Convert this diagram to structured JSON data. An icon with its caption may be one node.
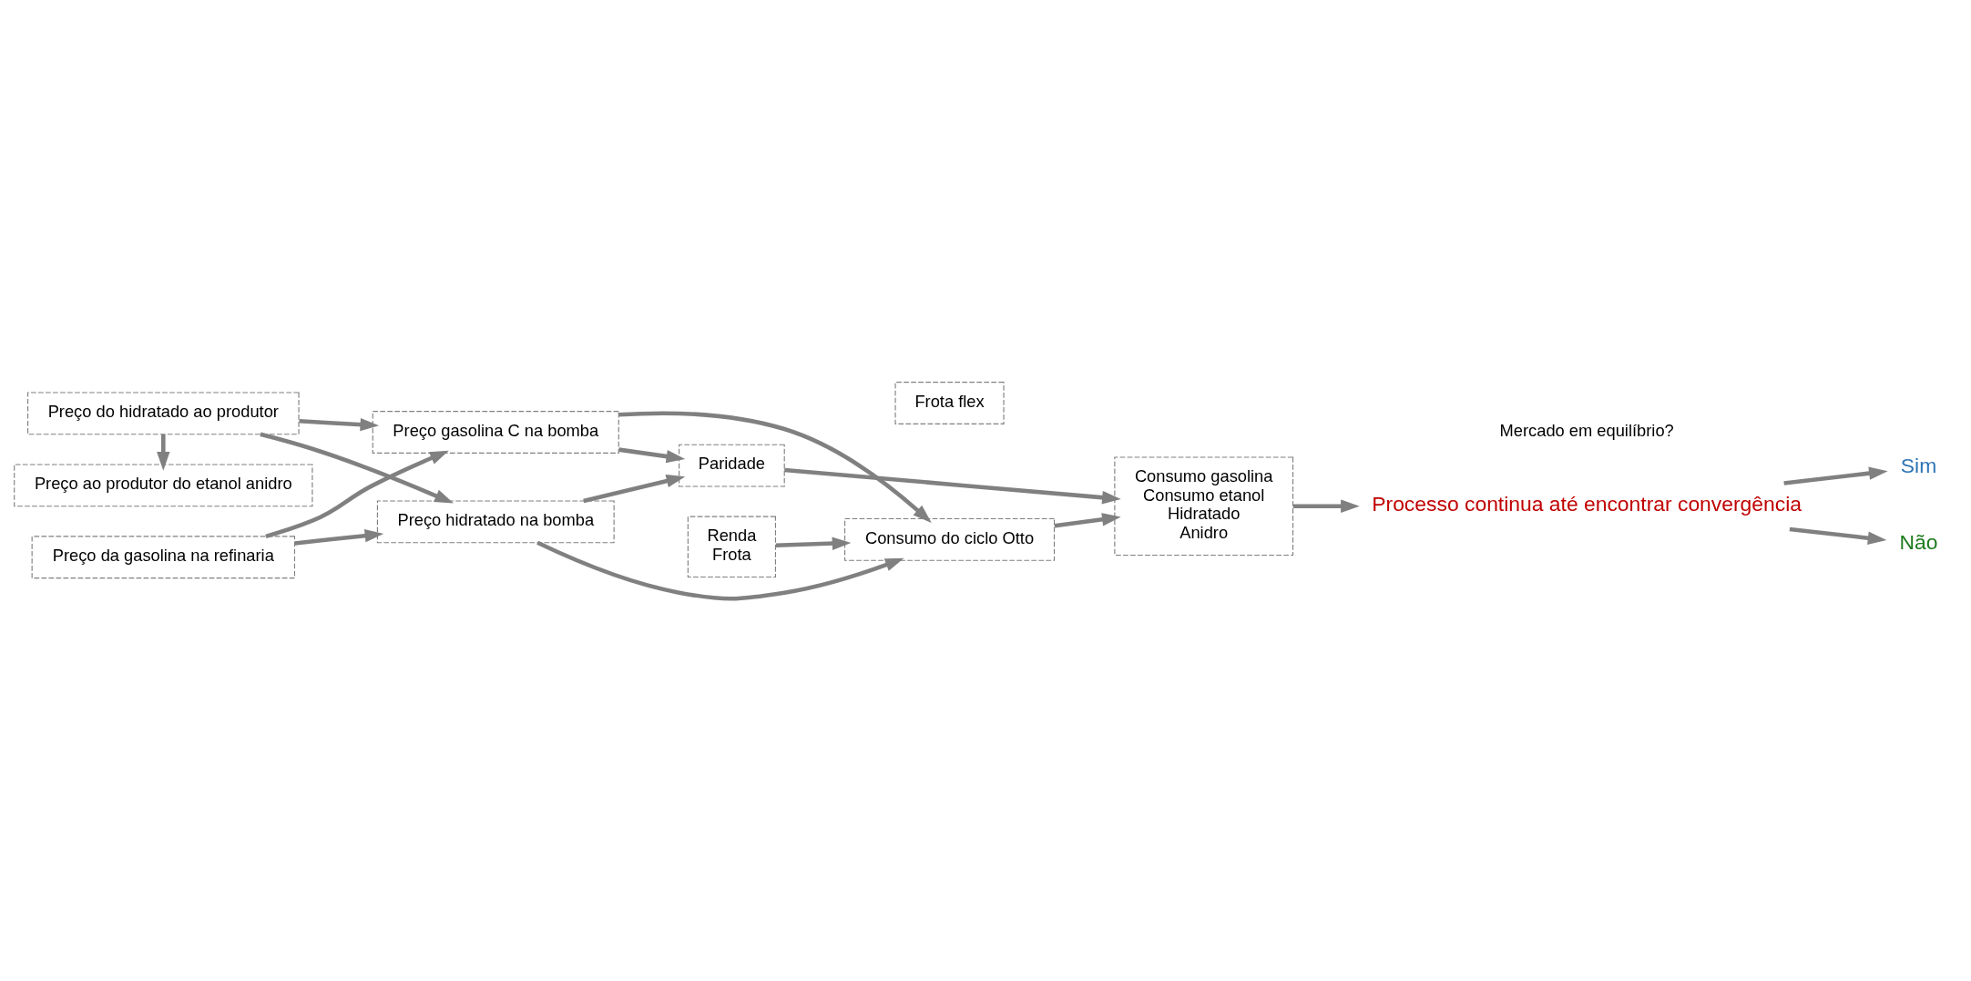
{
  "diagram": {
    "nodes": [
      {
        "text": [
          "Preço ao produtor do etanol anidro"
        ]
      },
      {
        "text": [
          "Preço da gasolina na refinaria"
        ]
      },
      {
        "text": [
          "Renda",
          "Frota"
        ]
      },
      {
        "text": [
          "Consumo do ciclo Otto"
        ]
      },
      {
        "text": [
          "Preço gasolina C na bomba"
        ]
      },
      {
        "text": [
          "Paridade"
        ]
      },
      {
        "text": [
          "Frota flex"
        ]
      },
      {
        "text": [
          "Preço hidratado na bomba"
        ]
      },
      {
        "text": [
          "Consumo gasolina",
          "Consumo etanol",
          "Hidratado",
          "Anidro"
        ]
      },
      {
        "text": [
          "Preço do hidratado ao produtor"
        ]
      },
      {
        "text": [
          "Sim"
        ]
      },
      {
        "text": [
          "Processo continua até encontrar convergência"
        ]
      },
      {
        "text": [
          "Não"
        ]
      }
    ],
    "edges": [
      {
        "from": 9,
        "to": 0,
        "arrow": "to"
      },
      {
        "from": 1,
        "to": 4,
        "arrow": "to"
      },
      {
        "from": 1,
        "to": 7,
        "arrow": "to"
      },
      {
        "from": 9,
        "to": 4,
        "arrow": "to"
      },
      {
        "from": 9,
        "to": 7,
        "arrow": "to"
      },
      {
        "from": 4,
        "to": 5,
        "arrow": "to"
      },
      {
        "from": 7,
        "to": 5,
        "arrow": "to"
      },
      {
        "from": 4,
        "to": 3,
        "arrow": "to"
      },
      {
        "from": 7,
        "to": 3,
        "arrow": "to"
      },
      {
        "from": 2,
        "to": 3,
        "arrow": "to"
      },
      {
        "from": 5,
        "to": 8,
        "arrow": "to"
      },
      {
        "from": 3,
        "to": 8,
        "arrow": "to"
      },
      {
        "from": 8,
        "to": 11,
        "arrow": "to"
      },
      {
        "from": 11,
        "to": 10,
        "arrow": "to"
      },
      {
        "from": 11,
        "to": 12,
        "arrow": "to"
      }
    ],
    "labels": [
      "Mercado em equilíbrio?"
    ]
  }
}
